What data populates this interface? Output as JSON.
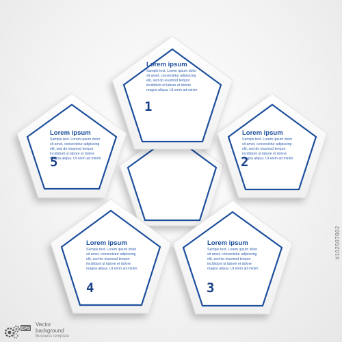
{
  "panels": [
    {
      "title": "Lorem ipsum",
      "body": [
        "Sample text. Lorem ipsum dolor",
        "sit amet, consectetur adipiscing",
        "elit, sed do eiusmod tempor",
        "incididunt ut labore et dolore",
        "magna aliqua. Ut enim ad minim"
      ],
      "number": "1"
    },
    {
      "title": "Lorem ipsum",
      "body": [
        "Sample text. Lorem ipsum dolor",
        "sit amet, consectetur adipiscing",
        "elit, sed do eiusmod tempor",
        "incididunt ut labore et dolore",
        "magna aliqua. Ut enim ad minim"
      ],
      "number": "2"
    },
    {
      "title": "Lorem ipsum",
      "body": [
        "Sample text. Lorem ipsum dolor",
        "sit amet, consectetur adipiscing",
        "elit, sed do eiusmod tempor",
        "incididunt ut labore et dolore",
        "magna aliqua. Ut enim ad minim"
      ],
      "number": "3"
    },
    {
      "title": "Lorem ipsum",
      "body": [
        "Sample text. Lorem ipsum dolor",
        "sit amet, consectetur adipiscing",
        "elit, sed do eiusmod tempor",
        "incididunt ut labore et dolore",
        "magna aliqua. Ut enim ad minim"
      ],
      "number": "4"
    },
    {
      "title": "Lorem ipsum",
      "body": [
        "Sample text. Lorem ipsum dolor",
        "sit amet, consectetur adipiscing",
        "elit, sed do eiusmod tempor",
        "incididunt ut labore et dolore",
        "magna aliqua. Ut enim ad minim"
      ],
      "number": "5"
    }
  ],
  "footer": {
    "line1": "Vector",
    "line2": "background",
    "line3": "Business template",
    "badge": "EPS"
  },
  "stock_id": "#102507602",
  "colors": {
    "outline": "#1c4e9c",
    "text": "#2e5fb0",
    "number": "#163f86",
    "card": "#ffffff"
  },
  "icons": [
    "gear-icon",
    "eps-badge-icon"
  ]
}
